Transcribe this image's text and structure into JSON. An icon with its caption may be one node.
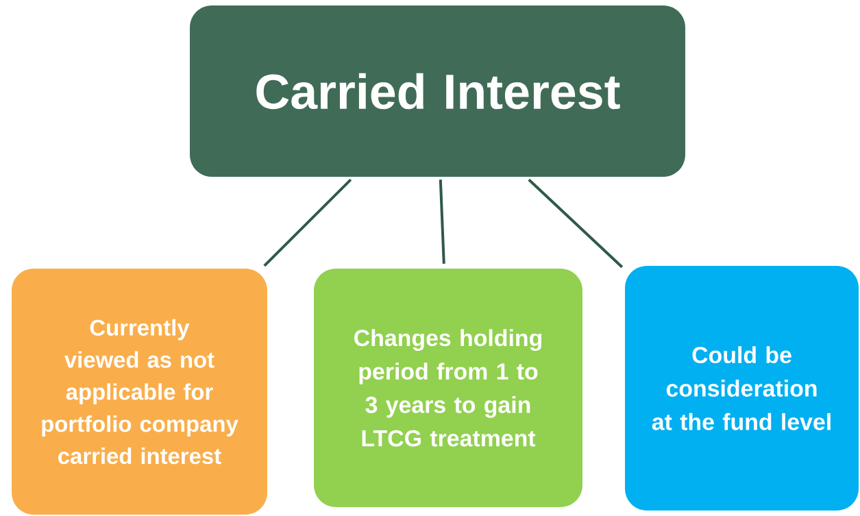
{
  "diagram": {
    "nodes": [
      {
        "text": [
          "Carried Interest"
        ]
      },
      {
        "text": [
          "Currently viewed as not applicable for portfolio company carried interest"
        ]
      },
      {
        "text": [
          "Changes holding period from 1 to 3 years to gain LTCG treatment"
        ]
      },
      {
        "text": [
          "Could be consideration at the fund level"
        ]
      }
    ],
    "edges": [
      {
        "from": 0,
        "to": 1,
        "arrow": "none"
      },
      {
        "from": 0,
        "to": 2,
        "arrow": "none"
      },
      {
        "from": 0,
        "to": 3,
        "arrow": "none"
      }
    ]
  }
}
